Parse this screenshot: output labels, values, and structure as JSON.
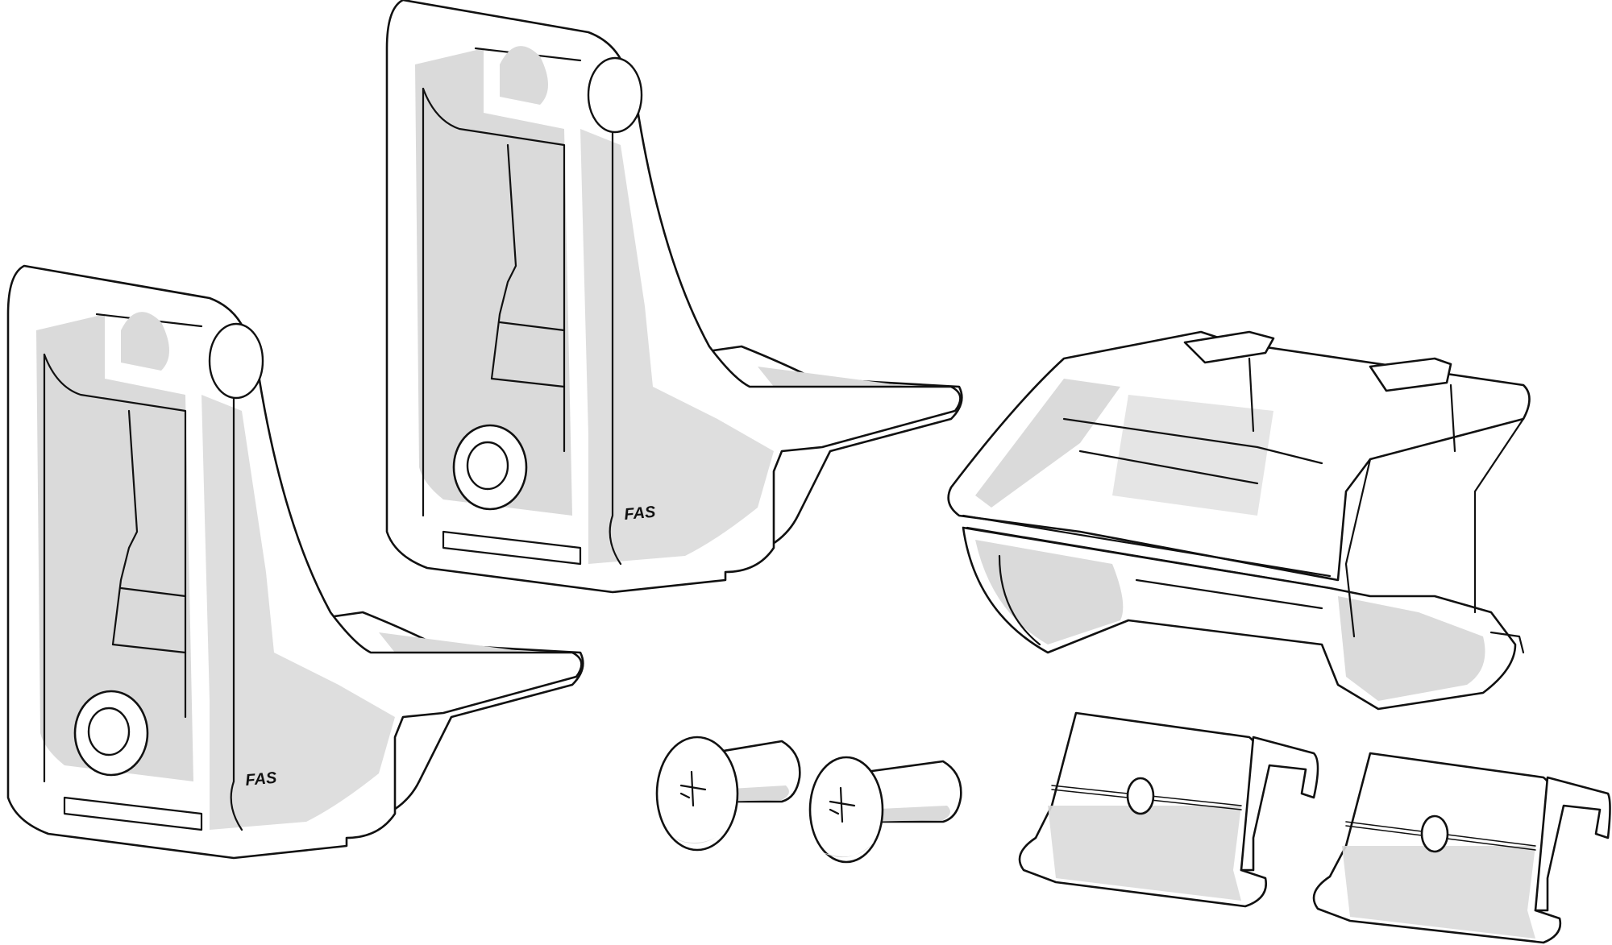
{
  "diagram": {
    "parts": [
      {
        "id": "bracket-front",
        "type": "mounting-bracket",
        "marking": "FAS"
      },
      {
        "id": "bracket-back",
        "type": "mounting-bracket",
        "marking": "FAS"
      },
      {
        "id": "clamp-housing",
        "type": "clamp-housing"
      },
      {
        "id": "screw-1",
        "type": "phillips-screw"
      },
      {
        "id": "screw-2",
        "type": "phillips-screw"
      },
      {
        "id": "clip-1",
        "type": "spring-clip"
      },
      {
        "id": "clip-2",
        "type": "spring-clip"
      }
    ]
  }
}
